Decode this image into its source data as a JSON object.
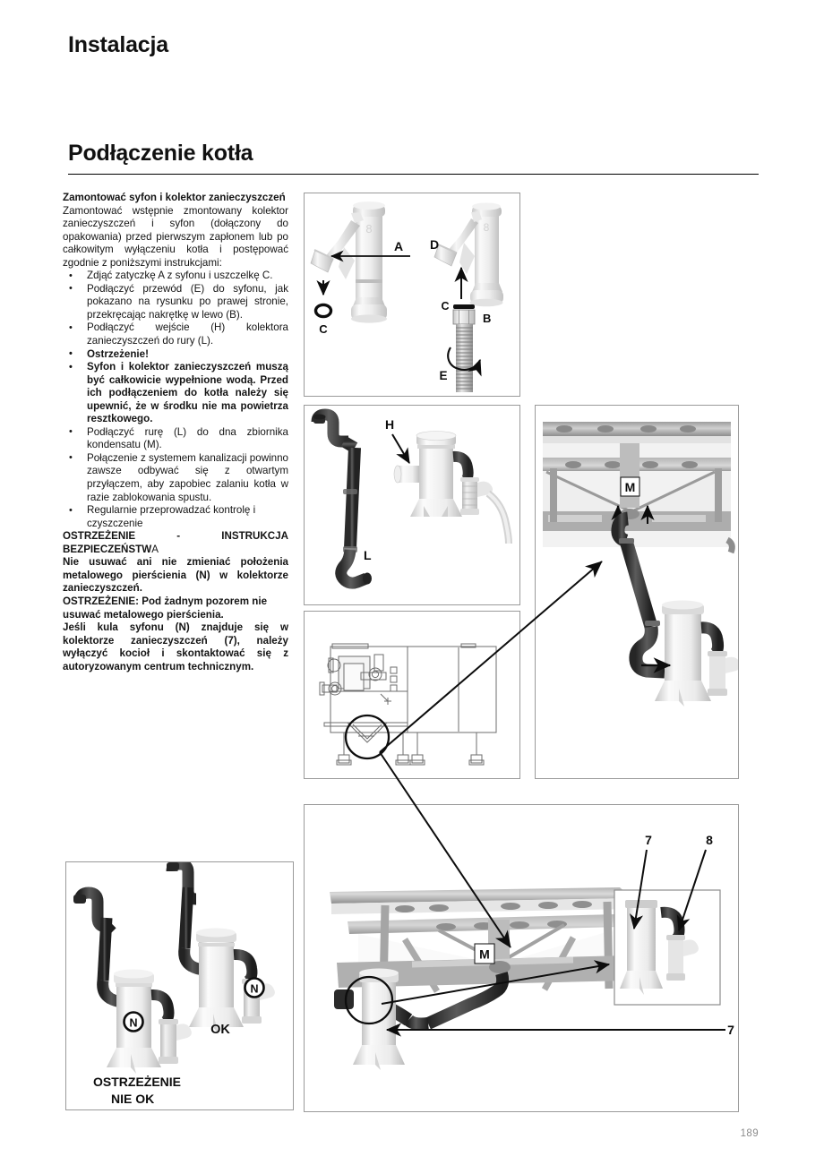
{
  "document": {
    "page_heading": "Instalacja",
    "section_heading": "Podłączenie kotła",
    "page_number": "189"
  },
  "body_text": {
    "intro_heading": "Zamontować syfon i kolektor zanieczyszczeń",
    "intro_paragraph": "Zamontować wstępnie zmontowany kolektor zanieczyszczeń i syfon (dołączony do opakowania) przed pierwszym zapłonem lub po całkowitym wyłączeniu kotła i postępować zgodnie z poniższymi instrukcjami:",
    "bullets": [
      {
        "text": "Zdjąć zatyczkę A z syfonu i uszczelkę C.",
        "bold": false
      },
      {
        "text": "Podłączyć przewód (E) do syfonu, jak pokazano na rysunku po prawej stronie, przekręcając nakrętkę w lewo (B).",
        "bold": false
      },
      {
        "text": "Podłączyć wejście (H) kolektora zanieczyszczeń do rury (L).",
        "bold": false
      },
      {
        "text": "Ostrzeżenie!",
        "bold": true
      },
      {
        "text": "Syfon i kolektor zanieczyszczeń muszą być całkowicie wypełnione wodą. Przed ich podłączeniem do kotła należy się upewnić, że w środku nie ma powietrza resztkowego.",
        "bold": true,
        "continuation": true
      },
      {
        "text": "Podłączyć rurę (L) do dna zbiornika kondensatu (M).",
        "bold": false
      },
      {
        "text": "Połączenie z systemem kanalizacji powinno zawsze odbywać się z otwartym przyłączem, aby zapobiec zalaniu kotła w razie zablokowania spustu.",
        "bold": false
      },
      {
        "text": "Regularnie przeprowadzać kontrolę i czyszczenie",
        "bold": false
      }
    ],
    "warning_heading_bold": "OSTRZEŻENIE - INSTRUKCJA BEZPIECZEŃSTW",
    "warning_heading_tail": "A",
    "warning_paragraph_1": "Nie usuwać ani nie zmieniać położenia metalowego pierścienia (N) w kolektorze zanieczyszczeń.",
    "warning_paragraph_2": "OSTRZEŻENIE: Pod żadnym pozorem nie usuwać metalowego pierścienia.",
    "warning_paragraph_3": "Jeśli kula syfonu (N) znajduje się w kolektorze zanieczyszczeń (7), należy wyłączyć kocioł i skontaktować się z autoryzowanym centrum technicznym."
  },
  "figures": {
    "siphon_parts": {
      "name": "siphon-parts-figure",
      "labels": [
        "A",
        "C",
        "D",
        "C",
        "B",
        "E"
      ]
    },
    "pipe_collector": {
      "name": "pipe-and-collector-figure",
      "labels": [
        "H",
        "L"
      ]
    },
    "boiler_drawing": {
      "name": "boiler-line-drawing-figure",
      "labels": []
    },
    "condensate_tank": {
      "name": "condensate-tank-figure",
      "labels": [
        "M"
      ]
    },
    "ok_nok": {
      "name": "ok-not-ok-figure",
      "labels": [
        "N",
        "N",
        "OK"
      ],
      "caption_line_1": "OSTRZEŻENIE",
      "caption_line_2": "NIE OK"
    },
    "underside": {
      "name": "boiler-underside-figure",
      "labels": [
        "M",
        "7",
        "8",
        "7"
      ]
    }
  },
  "colors": {
    "text": "#141414",
    "rule": "#000000",
    "panel_border": "#9a9a9a",
    "folio": "#8b8b8b",
    "pipe_dark": "#3a3a3a",
    "plastic_light": "#e9e9e9",
    "metal_gray": "#9c9c9c"
  }
}
